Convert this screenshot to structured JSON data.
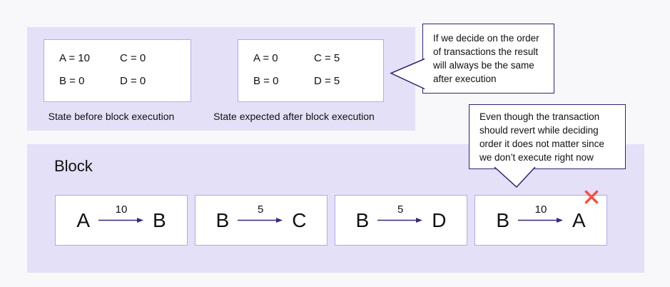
{
  "state_section": {
    "before": {
      "rows": [
        [
          "A = 10",
          "C = 0"
        ],
        [
          "B = 0",
          "D = 0"
        ]
      ],
      "label": "State before block execution"
    },
    "after": {
      "rows": [
        [
          "A = 0",
          "C = 5"
        ],
        [
          "B = 0",
          "D = 5"
        ]
      ],
      "label": "State expected after block execution"
    }
  },
  "block_section": {
    "title": "Block",
    "transactions": [
      {
        "from": "A",
        "amount": "10",
        "to": "B",
        "reverted": false
      },
      {
        "from": "B",
        "amount": "5",
        "to": "C",
        "reverted": false
      },
      {
        "from": "B",
        "amount": "5",
        "to": "D",
        "reverted": false
      },
      {
        "from": "B",
        "amount": "10",
        "to": "A",
        "reverted": true
      }
    ]
  },
  "callouts": {
    "order_note": {
      "lines": [
        "If we decide on the order",
        "of transactions the result",
        "will always be the same",
        "after execution"
      ]
    },
    "revert_note": {
      "lines": [
        "Even though the transaction",
        "should revert while deciding",
        "order it does not matter since",
        "we don’t execute right now"
      ]
    }
  },
  "colors": {
    "page_background": "#f8f8fa",
    "panel_background": "#e4e0f7",
    "box_border": "#b2abe7",
    "callout_border": "#2d2472",
    "arrow": "#342a7d",
    "revert_x": "#f0544a"
  }
}
